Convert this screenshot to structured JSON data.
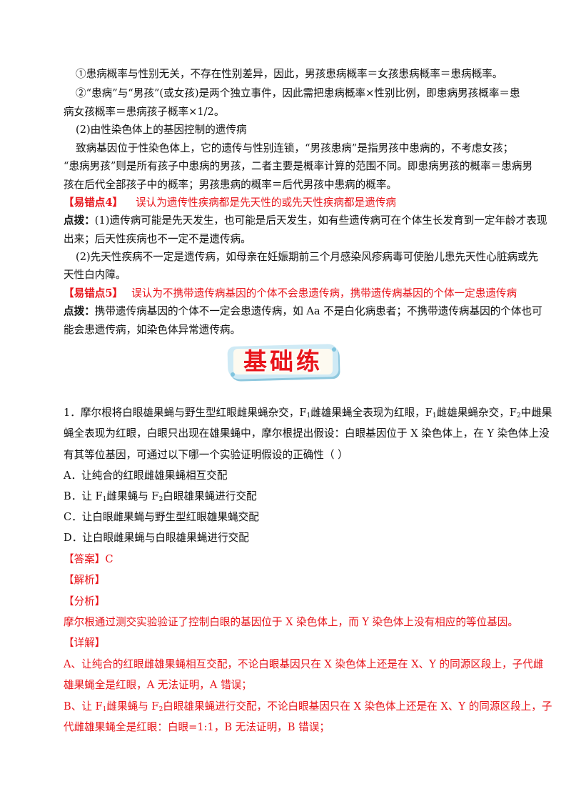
{
  "section_a": {
    "line1": "①患病概率与性别无关，不存在性别差异，因此，男孩患病概率＝女孩患病概率＝患病概率。",
    "line2": "②“患病”与“男孩”(或女孩)是两个独立事件，因此需把患病概率×性别比例，即患病男孩概率＝患",
    "line3": "病女孩概率＝患病孩子概率×1/2。",
    "line4": "(2)由性染色体上的基因控制的遗传病",
    "line5": "致病基因位于性染色体上，它的遗传与性别连锁，“男孩患病”是指男孩中患病的，不考虑女孩；",
    "line6": "“患病男孩”则是所有孩子中患病的男孩，二者主要是概率计算的范围不同。即患病男孩的概率＝患病男",
    "line7": "孩在后代全部孩子中的概率；男孩患病的概率＝后代男孩中患病的概率。"
  },
  "error4": {
    "tag": "【易错点4】",
    "text": "误认为遗传性疾病都是先天性的或先天性疾病都是遗传病",
    "hint_label": "点拨：",
    "hint1": "(1)遗传病可能是先天发生，也可能是后天发生，如有些遗传病可在个体生长发育到一定年龄才表现",
    "hint2": "出来；后天性疾病也不一定不是遗传病。",
    "hint3": "(2)先天性疾病不一定是遗传病，如母亲在妊娠期前三个月感染风疹病毒可使胎儿患先天性心脏病或先",
    "hint4": "天性白内障。"
  },
  "error5": {
    "tag": "【易错点5】",
    "text": "误认为不携带遗传病基因的个体不会患遗传病，携带遗传病基因的个体一定患遗传病",
    "hint_label": "点拨：",
    "hint1": "携带遗传病基因的个体不一定会患遗传病，如 Aa 不是白化病患者；不携带遗传病基因的个体也可",
    "hint2": "能会患遗传病，如染色体异常遗传病。"
  },
  "banner": {
    "text": "基础练"
  },
  "question": {
    "number": "1．",
    "l1_a": "摩尔根将白眼雄果蝇与野生型红眼雌果蝇杂交，F",
    "l1_s1": "1",
    "l1_b": "雌雄果蝇全表现为红眼，F",
    "l1_s2": "1",
    "l1_c": "雌雄果蝇杂交，F",
    "l1_s3": "2",
    "l1_d": "中雌果",
    "l2": "蝇全表现为红眼，白眼只出现在雄果蝇中，摩尔根提出假设：白眼基因位于 X 染色体上，在 Y 染色体上没",
    "l3": "有其等位基因，可通过以下哪一个实验证明假设的正确性（                    ）",
    "optA": "A．让纯合的红眼雌雄果蝇相互交配",
    "optB_a": "B．让 F",
    "optB_s1": "1",
    "optB_b": "雌果蝇与 F",
    "optB_s2": "2",
    "optB_c": "白眼雄果蝇进行交配",
    "optC": "C．让白眼雌果蝇与野生型红眼雄果蝇交配",
    "optD": "D．让白眼雌果蝇与白眼雄果蝇进行交配"
  },
  "answer": {
    "label": "【答案】C",
    "analysis_label": "【解析】",
    "fenxi_label": "【分析】",
    "fenxi": "摩尔根通过测交实验验证了控制白眼的基因位于 X 染色体上，而 Y 染色体上没有相应的等位基因。",
    "detail_label": "【详解】",
    "d1": "A、让纯合的红眼雌雄果蝇相互交配，不论白眼基因只在 X 染色体上还是在 X、Y 的同源区段上，子代雌",
    "d2": "雄果蝇全是红眼，A 无法证明，A 错误；",
    "d3_a": "B、让 F",
    "d3_s1": "1",
    "d3_b": "雌果蝇与 F",
    "d3_s2": "2",
    "d3_c": "白眼雄果蝇进行交配，不论白眼基因只在 X 染色体上还是在 X、Y 的同源区段上，子",
    "d4": "代雌雄果蝇全是红眼：白眼=1:1，B 无法证明，B 错误；"
  },
  "colors": {
    "text": "#111111",
    "red": "#e8151b",
    "banner_bg": "#cfeaf5"
  }
}
